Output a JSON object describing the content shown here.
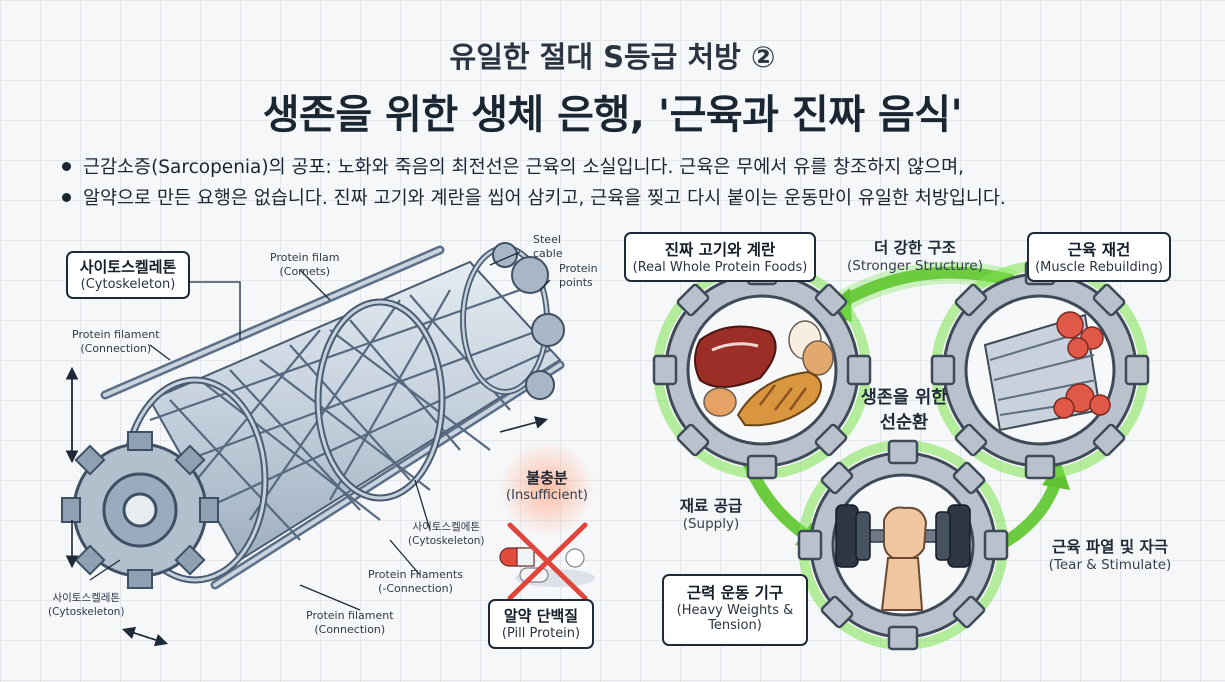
{
  "header": {
    "subtitle": "유일한 절대 S등급 처방 ②",
    "title": "생존을 위한 생체 은행, '근육과 진짜 음식'"
  },
  "bullets": [
    "근감소증(Sarcopenia)의 공포: 노화와 죽음의 최전선은 근육의 소실입니다. 근육은 무에서 유를 창조하지 않으며,",
    "알약으로 만든 요행은 없습니다. 진짜 고기와 계란을 씹어 삼키고, 근육을 찢고 다시 붙이는 운동만이 유일한 처방입니다."
  ],
  "left_diagram": {
    "main_label": {
      "ko": "사이토스켈레톤",
      "en": "(Cytoskeleton)"
    },
    "tags": {
      "protein_filam": "Protein filam\n(Comets)",
      "steel_cable": "Steel\ncable",
      "protein_points": "Protein\npoints",
      "filament_connection": "Protein filament\n(Connection)",
      "cyto_mid": "사이토스켈에톤\n(Cytoskeleton)",
      "filaments_minus": "Protein Filaments\n(-Connection)",
      "cyto_left": "사이토스켈레톤\n(Cytoskeleton)",
      "filament_connection_bottom": "Protein filament\n(Connection)"
    },
    "insufficient": {
      "ko": "불충분",
      "en": "(Insufficient)"
    },
    "pill_protein": {
      "ko": "알약 단백질",
      "en": "(Pill Protein)"
    }
  },
  "right_diagram": {
    "food": {
      "ko": "진짜 고기와 계란",
      "en": "(Real Whole Protein Foods)"
    },
    "structure": {
      "ko": "더 강한 구조",
      "en": "(Stronger Structure)"
    },
    "rebuild": {
      "ko": "근육 재건",
      "en": "(Muscle Rebuilding)"
    },
    "center": {
      "line1": "생존을 위한",
      "line2": "선순환"
    },
    "supply": {
      "ko": "재료 공급",
      "en": "(Supply)"
    },
    "tear": {
      "ko": "근육 파열 및 자극",
      "en": "(Tear & Stimulate)"
    },
    "weights": {
      "ko": "근력 운동 기구",
      "en1": "(Heavy Weights &",
      "en2": "Tension)"
    }
  },
  "colors": {
    "ink": "#1e2a38",
    "steel": "#8a9cb0",
    "steel_dark": "#4a5c70",
    "green_glow": "#7be34f",
    "green_arrow": "#6ccb3e",
    "gear": "#b9c2cc",
    "warning_red": "#e0443a"
  }
}
